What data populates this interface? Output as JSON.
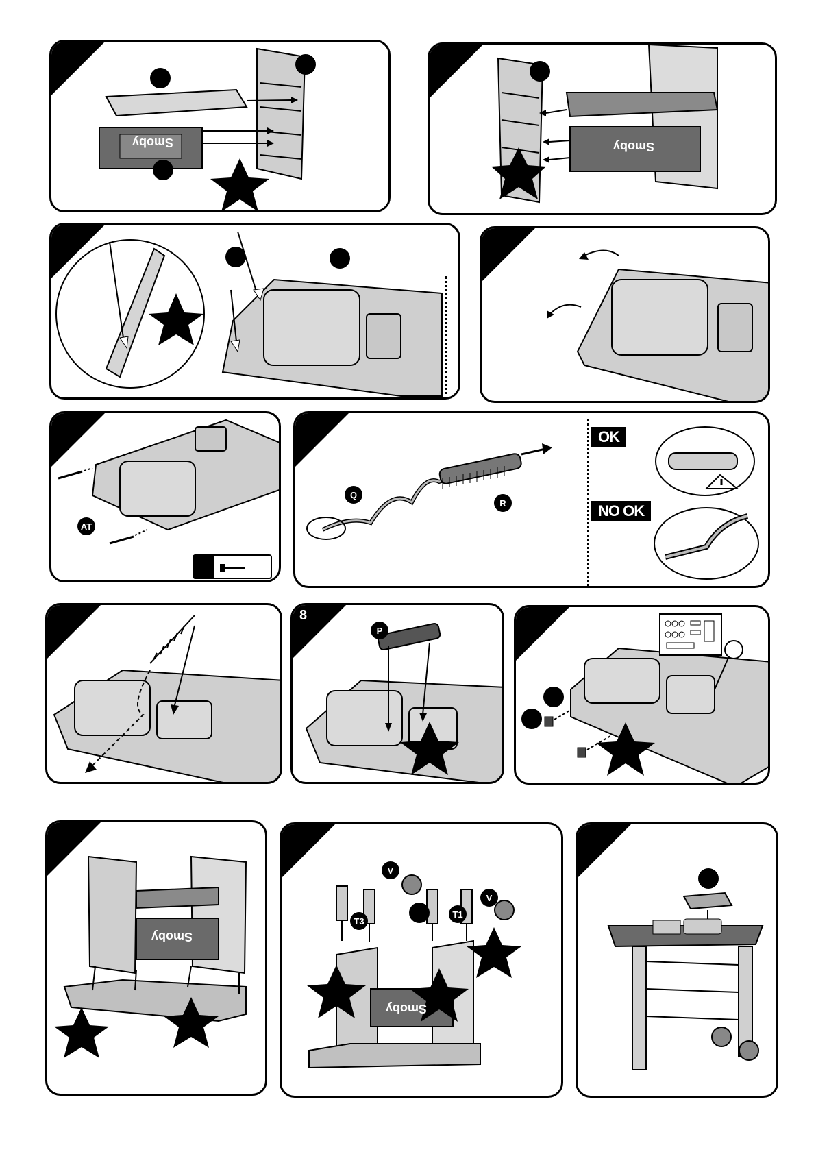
{
  "steps": [
    {
      "id": "s1",
      "number": ""
    },
    {
      "id": "s2",
      "number": ""
    },
    {
      "id": "s3",
      "number": ""
    },
    {
      "id": "s4",
      "number": ""
    },
    {
      "id": "s5",
      "number": ""
    },
    {
      "id": "s6",
      "number": ""
    },
    {
      "id": "s7",
      "number": ""
    },
    {
      "id": "s8",
      "number": "8"
    },
    {
      "id": "s9",
      "number": ""
    },
    {
      "id": "s10",
      "number": ""
    },
    {
      "id": "s11",
      "number": ""
    },
    {
      "id": "s12",
      "number": ""
    }
  ],
  "brand_logo": "Smoby",
  "part_labels": {
    "at": "AT",
    "q": "Q",
    "r": "R",
    "p": "P",
    "t3": "T3",
    "t1": "T1",
    "v": "V"
  },
  "check": {
    "ok": "OK",
    "no_ok": "NO OK"
  }
}
